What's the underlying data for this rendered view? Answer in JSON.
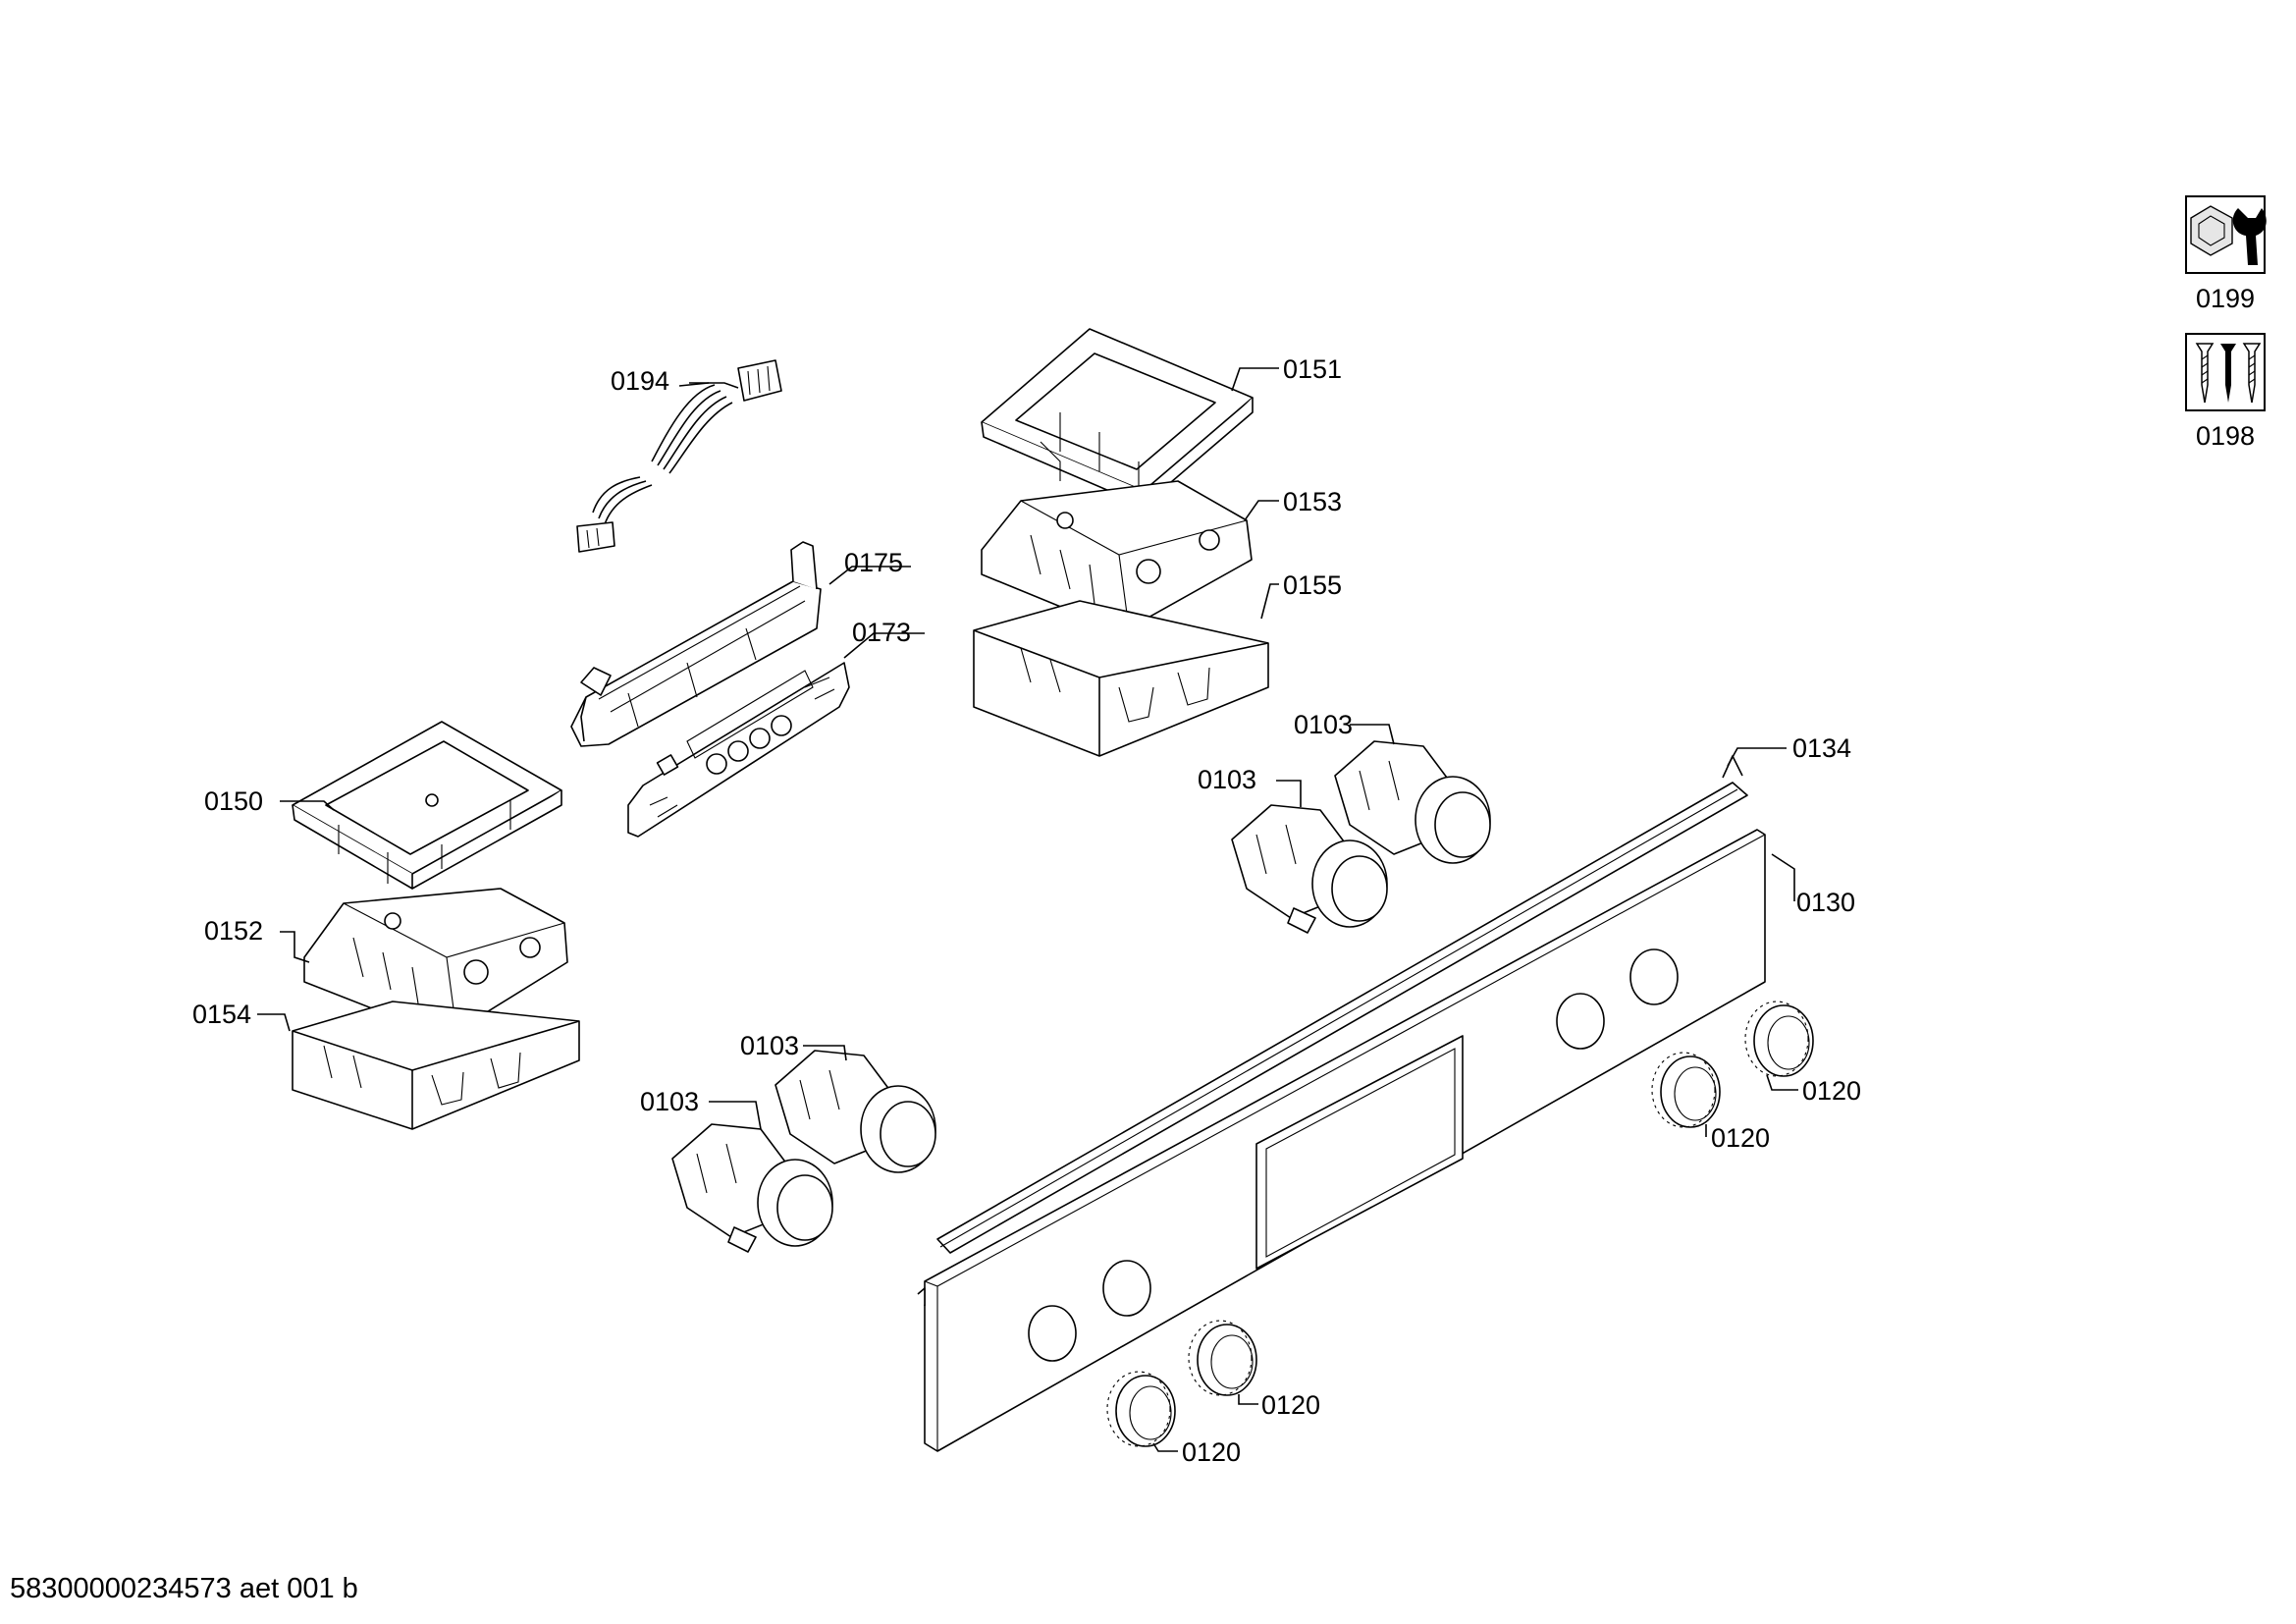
{
  "diagram": {
    "labels": {
      "l0194": "0194",
      "l0175": "0175",
      "l0173": "0173",
      "l0151": "0151",
      "l0153": "0153",
      "l0155": "0155",
      "l0150": "0150",
      "l0152": "0152",
      "l0154": "0154",
      "l0103a": "0103",
      "l0103b": "0103",
      "l0103c": "0103",
      "l0103d": "0103",
      "l0134": "0134",
      "l0130": "0130",
      "l0120a": "0120",
      "l0120b": "0120",
      "l0120c": "0120",
      "l0120d": "0120",
      "l0199": "0199",
      "l0198": "0198"
    },
    "icons": {
      "i0199": "tool-wrench-icon",
      "i0198": "screws-icon"
    },
    "footer": "58300000234573 aet 001 b"
  }
}
